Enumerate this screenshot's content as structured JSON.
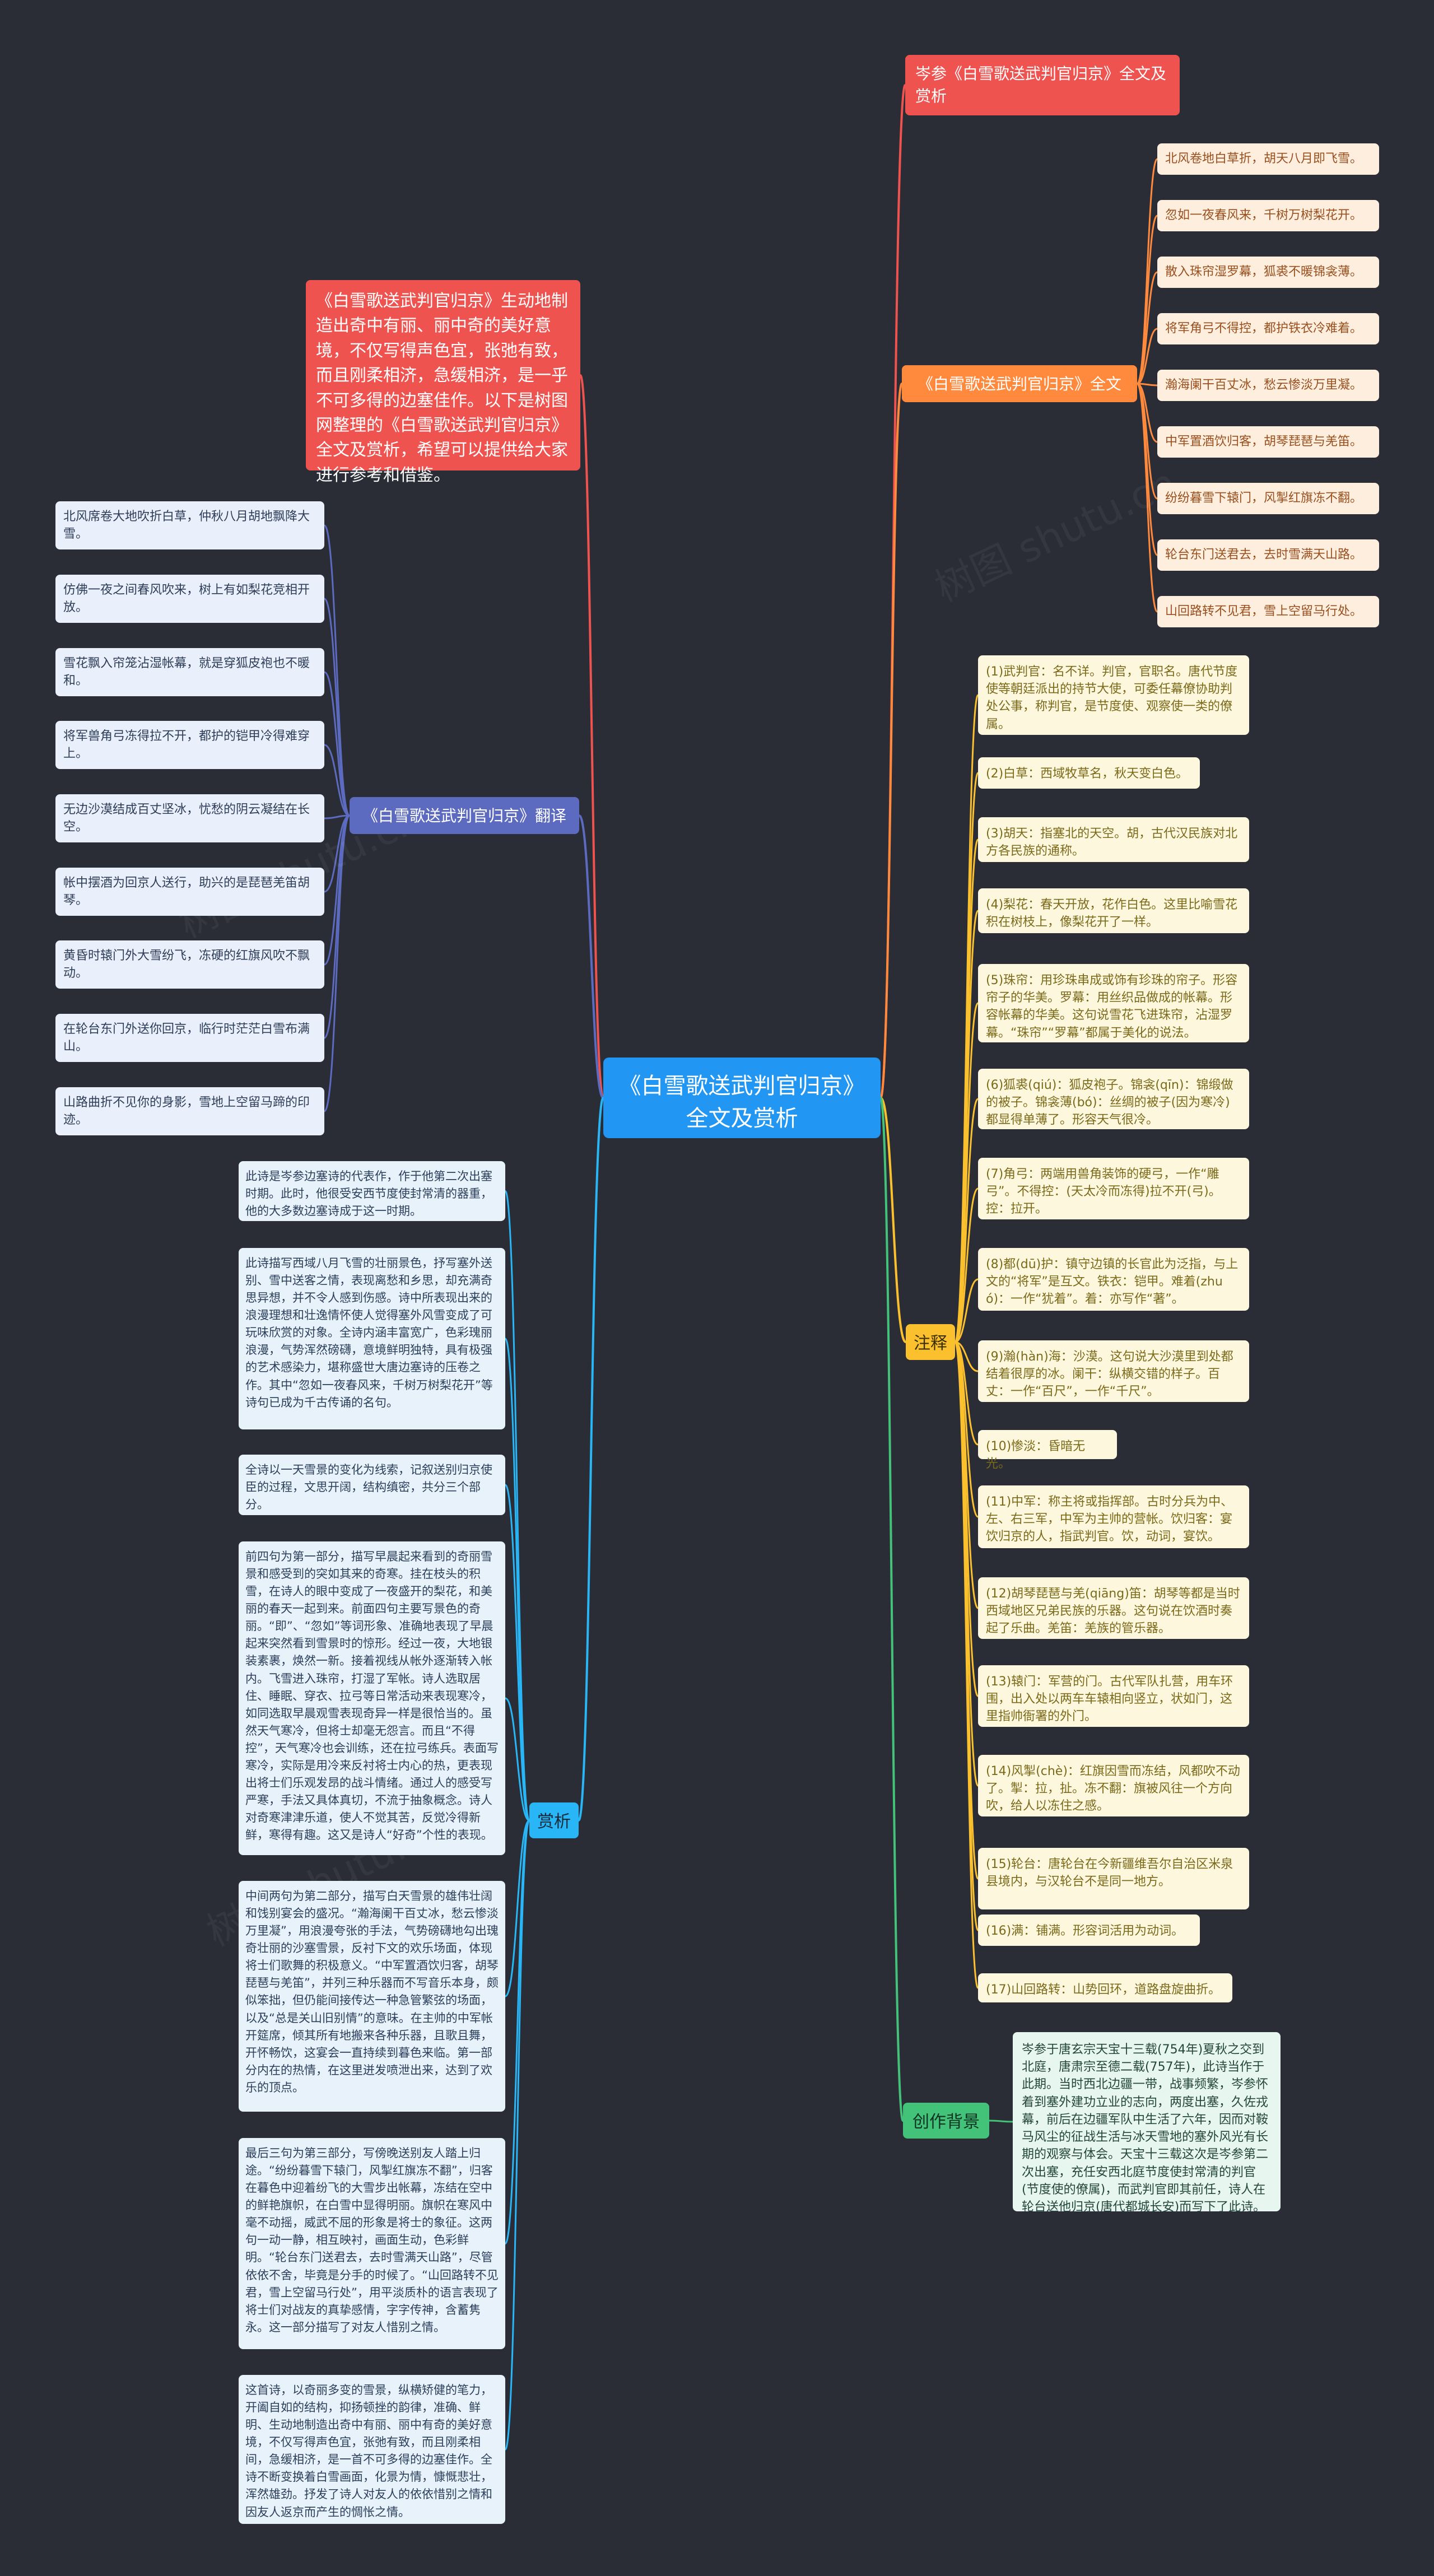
{
  "root": {
    "label": "《白雪歌送武判官归京》全文及赏析"
  },
  "summary": {
    "text": "《白雪歌送武判官归京》生动地制造出奇中有丽、丽中奇的美好意境，不仅写得声色宜，张弛有致，而且刚柔相济，急缓相济，是一乎不可多得的边塞佳作。以下是树图网整理的《白雪歌送武判官归京》全文及赏析，希望可以提供给大家进行参考和借鉴。"
  },
  "translation": {
    "label": "《白雪歌送武判官归京》翻译",
    "items": [
      "北风席卷大地吹折白草，仲秋八月胡地飘降大雪。",
      "仿佛一夜之间春风吹来，树上有如梨花竞相开放。",
      "雪花飘入帘笼沾湿帐幕，就是穿狐皮袍也不暖和。",
      "将军兽角弓冻得拉不开，都护的铠甲冷得难穿上。",
      "无边沙漠结成百丈坚冰，忧愁的阴云凝结在长空。",
      "帐中摆酒为回京人送行，助兴的是琵琶羌笛胡琴。",
      "黄昏时辕门外大雪纷飞，冻硬的红旗风吹不飘动。",
      "在轮台东门外送你回京，临行时茫茫白雪布满山。",
      "山路曲折不见你的身影，雪地上空留马蹄的印迹。"
    ]
  },
  "appreciation": {
    "label": "赏析",
    "items": [
      "此诗是岑参边塞诗的代表作，作于他第二次出塞时期。此时，他很受安西节度使封常清的器重，他的大多数边塞诗成于这一时期。",
      "此诗描写西域八月飞雪的壮丽景色，抒写塞外送别、雪中送客之情，表现离愁和乡思，却充满奇思异想，并不令人感到伤感。诗中所表现出来的浪漫理想和壮逸情怀使人觉得塞外风雪变成了可玩味欣赏的对象。全诗内涵丰富宽广，色彩瑰丽浪漫，气势浑然磅礴，意境鲜明独特，具有极强的艺术感染力，堪称盛世大唐边塞诗的压卷之作。其中“忽如一夜春风来，千树万树梨花开”等诗句已成为千古传诵的名句。",
      "全诗以一天雪景的变化为线索，记叙送别归京使臣的过程，文思开阔，结构缜密，共分三个部分。",
      "前四句为第一部分，描写早晨起来看到的奇丽雪景和感受到的突如其来的奇寒。挂在枝头的积雪，在诗人的眼中变成了一夜盛开的梨花，和美丽的春天一起到来。前面四句主要写景色的奇丽。“即”、“忽如”等词形象、准确地表现了早晨起来突然看到雪景时的惊形。经过一夜，大地银装素裹，焕然一新。接着视线从帐外逐渐转入帐内。飞雪进入珠帘，打湿了军帐。诗人选取居住、睡眠、穿衣、拉弓等日常活动来表现寒冷，如同选取早晨观雪表现奇异一样是很恰当的。虽然天气寒冷，但将士却毫无怨言。而且“不得控”，天气寒冷也会训练，还在拉弓练兵。表面写寒冷，实际是用冷来反衬将士内心的热，更表现出将士们乐观发昂的战斗情绪。通过人的感受写严寒，手法又具体真切，不流于抽象概念。诗人对奇寒津津乐道，使人不觉其苦，反觉冷得新鲜，寒得有趣。这又是诗人“好奇”个性的表现。",
      "中间两句为第二部分，描写白天雪景的雄伟壮阔和饯别宴会的盛况。“瀚海阑干百丈冰，愁云惨淡万里凝”，用浪漫夸张的手法，气势磅礴地勾出瑰奇壮丽的沙塞雪景，反衬下文的欢乐场面，体现将士们歌舞的积极意义。“中军置酒饮归客，胡琴琵琶与羌笛”，并列三种乐器而不写音乐本身，颇似笨拙，但仍能间接传达一种急管繁弦的场面，以及“总是关山旧别情”的意味。在主帅的中军帐开筵席，倾其所有地搬来各种乐器，且歌且舞，开怀畅饮，这宴会一直持续到暮色来临。第一部分内在的热情，在这里迸发喷泄出来，达到了欢乐的顶点。",
      "最后三句为第三部分，写傍晚送别友人踏上归途。“纷纷暮雪下辕门，风掣红旗冻不翻”，归客在暮色中迎着纷飞的大雪步出帐幕，冻结在空中的鲜艳旗帜，在白雪中显得明丽。旗帜在寒风中毫不动摇，威武不屈的形象是将士的象征。这两句一动一静，相互映衬，画面生动，色彩鲜明。“轮台东门送君去，去时雪满天山路”，尽管依依不舍，毕竟是分手的时候了。“山回路转不见君，雪上空留马行处”，用平淡质朴的语言表现了将士们对战友的真挚感情，字字传神，含蓄隽永。这一部分描写了对友人惜别之情。",
      "这首诗，以奇丽多变的雪景，纵横矫健的笔力，开阖自如的结构，抑扬顿挫的韵律，准确、鲜明、生动地制造出奇中有丽、丽中有奇的美好意境，不仅写得声色宜，张弛有致，而且刚柔相间，急缓相济，是一首不可多得的边塞佳作。全诗不断变换着白雪画面，化景为情，慷慨悲壮，浑然雄劲。抒发了诗人对友人的依依惜别之情和因友人返京而产生的惆怅之情。"
    ]
  },
  "author_title": {
    "label": "岑参《白雪歌送武判官归京》全文及赏析"
  },
  "fulltext": {
    "label": "《白雪歌送武判官归京》全文",
    "lines": [
      "北风卷地白草折，胡天八月即飞雪。",
      "忽如一夜春风来，千树万树梨花开。",
      "散入珠帘湿罗幕，狐裘不暖锦衾薄。",
      "将军角弓不得控，都护铁衣冷难着。",
      "瀚海阑干百丈冰，愁云惨淡万里凝。",
      "中军置酒饮归客，胡琴琵琶与羌笛。",
      "纷纷暮雪下辕门，风掣红旗冻不翻。",
      "轮台东门送君去，去时雪满天山路。",
      "山回路转不见君，雪上空留马行处。"
    ]
  },
  "notes": {
    "label": "注释",
    "items": [
      "(1)武判官：名不详。判官，官职名。唐代节度使等朝廷派出的持节大使，可委任幕僚协助判处公事，称判官，是节度使、观察使一类的僚属。",
      "(2)白草：西域牧草名，秋天变白色。",
      "(3)胡天：指塞北的天空。胡，古代汉民族对北方各民族的通称。",
      "(4)梨花：春天开放，花作白色。这里比喻雪花积在树枝上，像梨花开了一样。",
      "(5)珠帘：用珍珠串成或饰有珍珠的帘子。形容帘子的华美。罗幕：用丝织品做成的帐幕。形容帐幕的华美。这句说雪花飞进珠帘，沾湿罗幕。“珠帘”“罗幕”都属于美化的说法。",
      "(6)狐裘(qiú)：狐皮袍子。锦衾(qīn)：锦缎做的被子。锦衾薄(bó)：丝绸的被子(因为寒冷)都显得单薄了。形容天气很冷。",
      "(7)角弓：两端用兽角装饰的硬弓，一作“雕弓”。不得控：(天太冷而冻得)拉不开(弓)。控：拉开。",
      "(8)都(dū)护：镇守边镇的长官此为泛指，与上文的“将军”是互文。铁衣：铠甲。难着(zhuó)：一作“犹着”。着：亦写作“著”。",
      "(9)瀚(hàn)海：沙漠。这句说大沙漠里到处都结着很厚的冰。阑干：纵横交错的样子。百丈：一作“百尺”，一作“千尺”。",
      "(10)惨淡：昏暗无光。",
      "(11)中军：称主将或指挥部。古时分兵为中、左、右三军，中军为主帅的营帐。饮归客：宴饮归京的人，指武判官。饮，动词，宴饮。",
      "(12)胡琴琵琶与羌(qiāng)笛：胡琴等都是当时西域地区兄弟民族的乐器。这句说在饮酒时奏起了乐曲。羌笛：羌族的管乐器。",
      "(13)辕门：军营的门。古代军队扎营，用车环围，出入处以两车车辕相向竖立，状如门，这里指帅衙署的外门。",
      "(14)风掣(chè)：红旗因雪而冻结，风都吹不动了。掣：拉，扯。冻不翻：旗被风往一个方向吹，给人以冻住之感。",
      "(15)轮台：唐轮台在今新疆维吾尔自治区米泉县境内，与汉轮台不是同一地方。",
      "(16)满：铺满。形容词活用为动词。",
      "(17)山回路转：山势回环，道路盘旋曲折。"
    ]
  },
  "background": {
    "label": "创作背景",
    "text": "岑参于唐玄宗天宝十三载(754年)夏秋之交到北庭，唐肃宗至德二载(757年)，此诗当作于此期。当时西北边疆一带，战事频繁，岑参怀着到塞外建功立业的志向，两度出塞，久佐戎幕，前后在边疆军队中生活了六年，因而对鞍马风尘的征战生活与冰天雪地的塞外风光有长期的观察与体会。天宝十三载这次是岑参第二次出塞，充任安西北庭节度使封常清的判官(节度使的僚属)，而武判官即其前任，诗人在轮台送他归京(唐代都城长安)而写下了此诗。"
  },
  "colors": {
    "background": "#2b2d36",
    "root": "#2196f3",
    "red": "#ef5350",
    "orange": "#ff8a3d",
    "blue": "#5c6bc0",
    "yellow": "#fbc02d",
    "lightblue": "#29b6f6",
    "green": "#43c37a"
  }
}
